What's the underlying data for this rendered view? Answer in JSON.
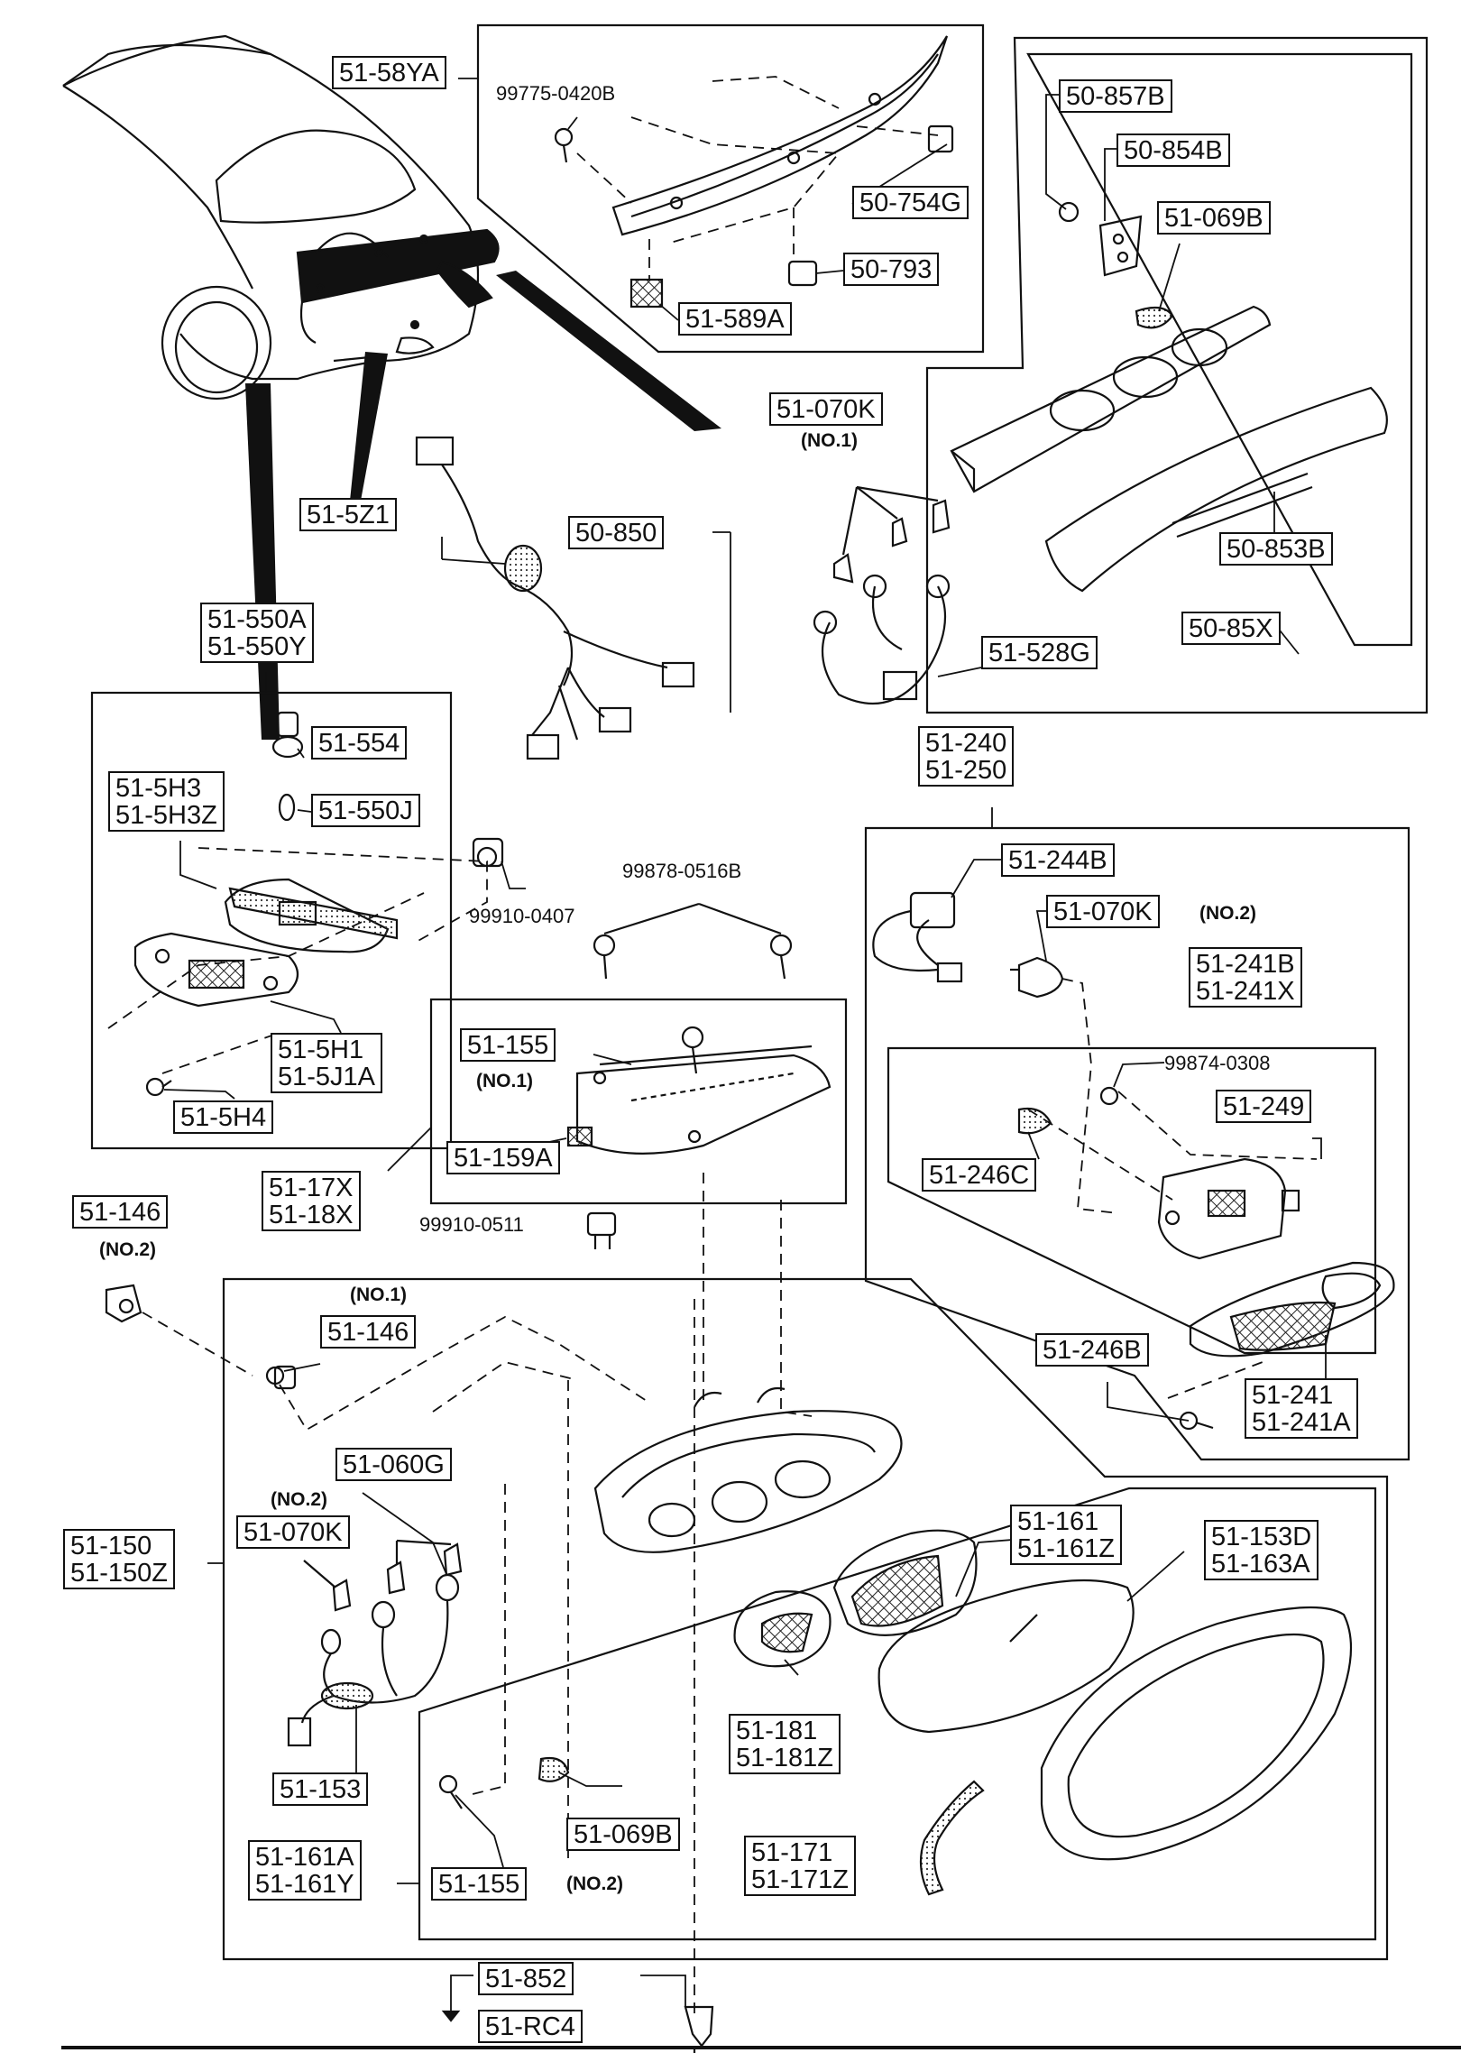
{
  "labels": {
    "p51_58YA": "51-58YA",
    "p99775_0420B": "99775-0420B",
    "p50_754G": "50-754G",
    "p50_793": "50-793",
    "p51_589A": "51-589A",
    "p50_857B": "50-857B",
    "p50_854B": "50-854B",
    "p51_069B_top": "51-069B",
    "p51_070K_top": "51-070K",
    "no1_top": "(NO.1)",
    "p50_850": "50-850",
    "p50_853B": "50-853B",
    "p51_528G": "51-528G",
    "p50_85X": "50-85X",
    "p51_5Z1": "51-5Z1",
    "p51_550A": "51-550A\n51-550Y",
    "p51_554": "51-554",
    "p51_5H3": "51-5H3\n51-5H3Z",
    "p51_550J": "51-550J",
    "p99910_0407": "99910-0407",
    "p51_5H1": "51-5H1\n51-5J1A",
    "p51_5H4": "51-5H4",
    "p51_240": "51-240\n51-250",
    "p51_244B": "51-244B",
    "p51_070K_mid": "51-070K",
    "no2_mid": "(NO.2)",
    "p51_241B": "51-241B\n51-241X",
    "p99874_0308": "99874-0308",
    "p51_249": "51-249",
    "p51_246C": "51-246C",
    "p99878_0516B": "99878-0516B",
    "p51_155_top": "51-155",
    "no1_155": "(NO.1)",
    "p51_159A": "51-159A",
    "p51_17X": "51-17X\n51-18X",
    "p99910_0511": "99910-0511",
    "p51_146_left": "51-146",
    "no2_146": "(NO.2)",
    "no1_146": "(NO.1)",
    "p51_146_mid": "51-146",
    "p51_246B": "51-246B",
    "p51_241": "51-241\n51-241A",
    "p51_060G": "51-060G",
    "no2_070": "(NO.2)",
    "p51_070K_low": "51-070K",
    "p51_150": "51-150\n51-150Z",
    "p51_161": "51-161\n51-161Z",
    "p51_153D": "51-153D\n51-163A",
    "p51_181": "51-181\n51-181Z",
    "p51_153": "51-153",
    "p51_069B_low": "51-069B",
    "p51_171": "51-171\n51-171Z",
    "p51_161A": "51-161A\n51-161Y",
    "p51_155_low": "51-155",
    "no2_155": "(NO.2)",
    "p51_852": "51-852",
    "p51_RC4": "51-RC4"
  }
}
